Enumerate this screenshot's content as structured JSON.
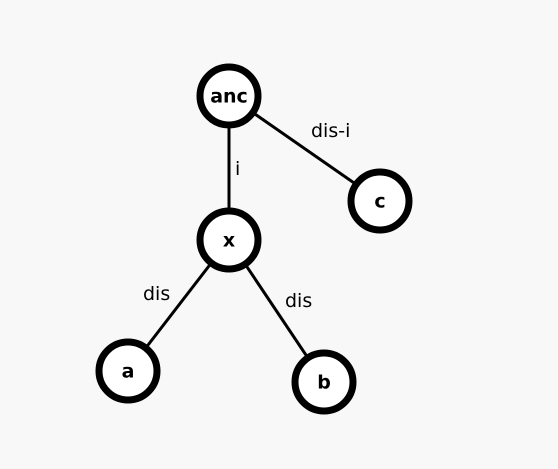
{
  "diagram": {
    "nodes": {
      "anc": {
        "label": "anc"
      },
      "x": {
        "label": "x"
      },
      "c": {
        "label": "c"
      },
      "a": {
        "label": "a"
      },
      "b": {
        "label": "b"
      }
    },
    "edges": {
      "anc_x": {
        "from": "anc",
        "to": "x",
        "label": "i"
      },
      "anc_c": {
        "from": "anc",
        "to": "c",
        "label": "dis-i"
      },
      "x_a": {
        "from": "x",
        "to": "a",
        "label": "dis"
      },
      "x_b": {
        "from": "x",
        "to": "b",
        "label": "dis"
      }
    },
    "colors": {
      "background": "#f8f8f8",
      "node_fill": "#ffffff",
      "stroke": "#000000"
    }
  }
}
